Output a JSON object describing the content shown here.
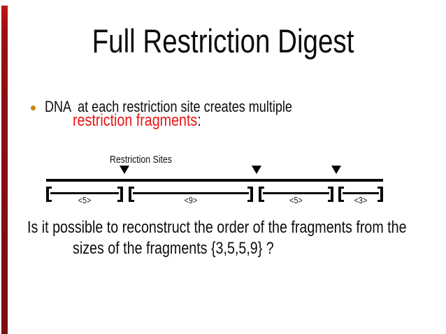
{
  "slide": {
    "title": "Full Restriction Digest",
    "bullet": {
      "line1": "DNA  at each restriction site creates multiple",
      "line2_red": "restriction fragments",
      "line2_suffix": ":"
    },
    "diagram": {
      "sites_label": "Restriction Sites",
      "site_marker_icon": "triangle-down-icon",
      "fragments": [
        {
          "label": "<5>"
        },
        {
          "label": "<9>"
        },
        {
          "label": "<5>"
        },
        {
          "label": "<3>"
        }
      ]
    },
    "question": {
      "line1": "Is it possible to reconstruct the order of the fragments from the",
      "line2": "sizes of the fragments {3,5,5,9} ?"
    },
    "colors": {
      "emphasis_red": "#e81414",
      "bullet_gold": "#c8860b",
      "accent_bar_red": "#8b1013",
      "ink_black": "#0d0d0d"
    }
  }
}
